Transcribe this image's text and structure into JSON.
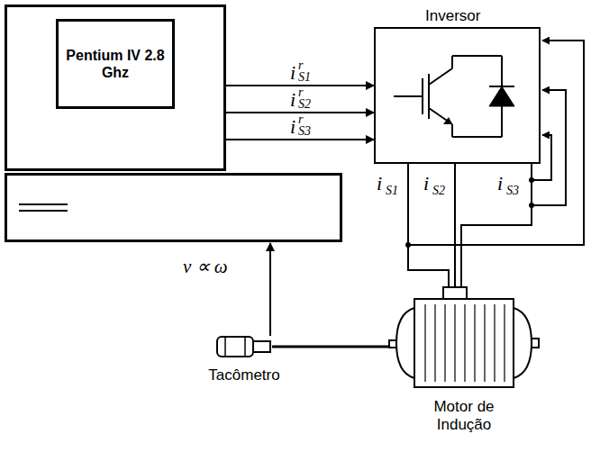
{
  "diagram": {
    "nodes": [
      {
        "text": [
          "Pentium IV 2.8 Ghz"
        ]
      },
      {
        "text": [
          "Inversor"
        ]
      },
      {
        "text": [
          "Tacômetro"
        ]
      },
      {
        "text": [
          "Motor de Indução"
        ]
      }
    ],
    "edges": [
      {
        "from": 0,
        "to": 1,
        "arrow": "to",
        "label": "i"
      },
      {
        "from": 0,
        "to": 1,
        "arrow": "to",
        "label": "i"
      },
      {
        "from": 0,
        "to": 1,
        "arrow": "to",
        "label": "i"
      },
      {
        "from": 1,
        "to": 3,
        "arrow": "none",
        "label": "i"
      },
      {
        "from": 1,
        "to": 3,
        "arrow": "none",
        "label": "i"
      },
      {
        "from": 1,
        "to": 3,
        "arrow": "none",
        "label": "i"
      },
      {
        "from": 2,
        "to": 0,
        "arrow": "to",
        "label": "v ∝ ω"
      },
      {
        "from": 2,
        "to": 3,
        "arrow": "none"
      }
    ],
    "labels": [
      "r",
      "S1",
      "r",
      "S2",
      "r",
      "S3",
      "S1",
      "S2",
      "S3"
    ]
  }
}
